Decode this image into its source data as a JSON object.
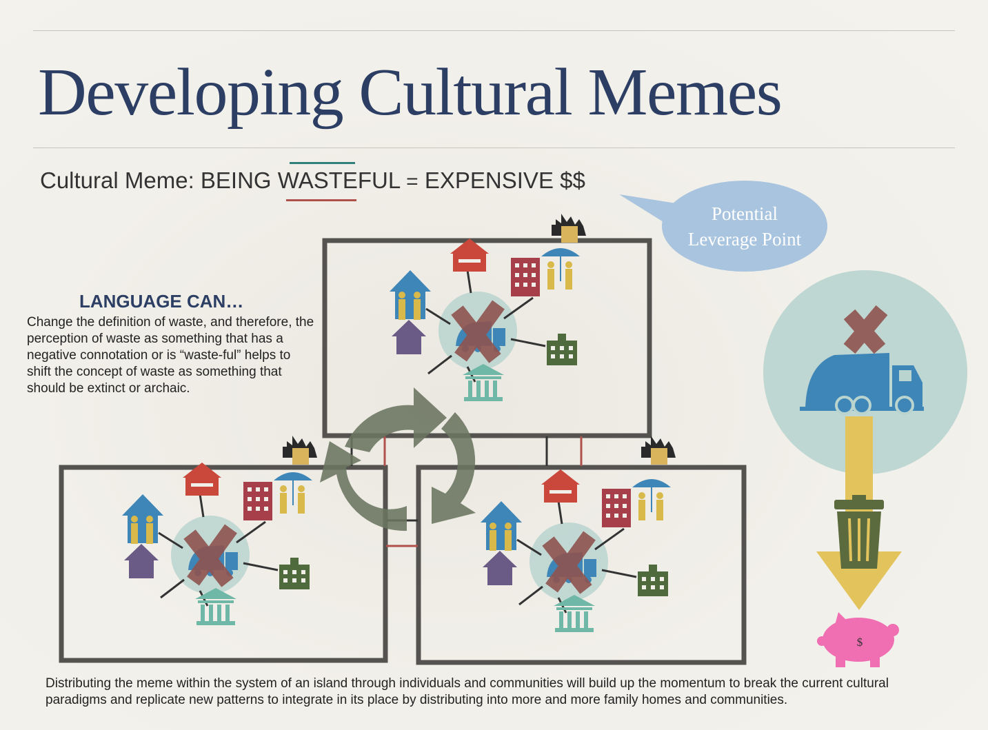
{
  "slide": {
    "title": "Developing Cultural Memes",
    "meme_prefix": "Cultural Meme: BEING ",
    "meme_keyword": "WASTEFUL",
    "meme_equals": "=",
    "meme_suffix": "EXPENSIVE $$"
  },
  "callout": {
    "line1": "Potential",
    "line2": "Leverage Point"
  },
  "language": {
    "heading": "LANGUAGE CAN…",
    "body": "Change the definition of waste, and therefore, the perception of waste as something that has a negative connotation or is “waste-ful” helps to shift the concept of waste as something that should be extinct or archaic."
  },
  "pig": {
    "symbol": "$"
  },
  "footer": {
    "text": "Distributing the meme within the system of an island through individuals and communities will build up the momentum to break the current cultural paradigms and replicate new patterns to integrate in its place by distributing into more and more family homes and communities."
  },
  "colors": {
    "title": "#2c3e63",
    "teal_bar": "#2f7f7a",
    "red_bar": "#b0504a",
    "bubble": "#a9c4de",
    "frame": "#555350",
    "cycle_arrows": "#6b7560",
    "cross": "#8f5450",
    "truck": "#3f86b8",
    "halo": "#b9d4cf",
    "arrow_gold": "#e3c45c",
    "trash": "#5c6b3e",
    "pig": "#ef6fb2"
  }
}
